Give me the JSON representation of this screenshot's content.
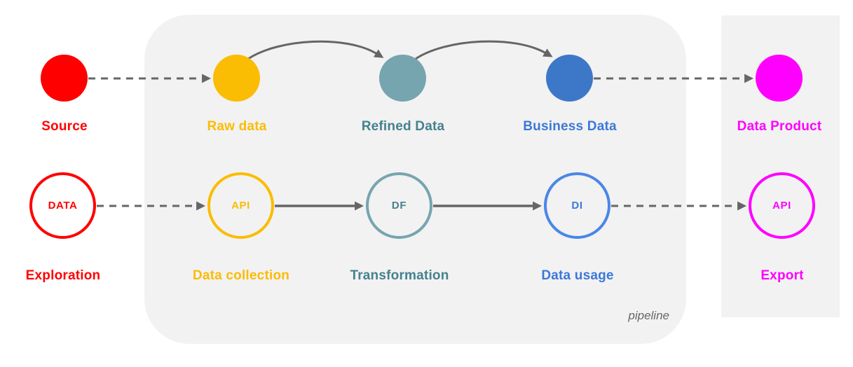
{
  "panels": {
    "pipeline": {
      "caption": "pipeline",
      "bg": "#F2F2F2"
    },
    "export": {
      "bg": "#F2F2F2"
    }
  },
  "arrows": {
    "color": "#666666"
  },
  "stages": [
    {
      "label": "Source",
      "color": "#FF0000",
      "label_color": "#FF0000"
    },
    {
      "label": "Raw data",
      "color": "#FBBC04",
      "label_color": "#FBBC04"
    },
    {
      "label": "Refined Data",
      "color": "#76A5AF",
      "label_color": "#45818E"
    },
    {
      "label": "Business Data",
      "color": "#3D78C8",
      "label_color": "#3C78D8"
    },
    {
      "label": "Data Product",
      "color": "#FF00FF",
      "label_color": "#FF00FF"
    }
  ],
  "processes": [
    {
      "badge": "DATA",
      "label": "Exploration",
      "ring_color": "#FF0000",
      "badge_color": "#FF0000",
      "label_color": "#FF0000"
    },
    {
      "badge": "API",
      "label": "Data collection",
      "ring_color": "#FBBC04",
      "badge_color": "#FBBC04",
      "label_color": "#FBBC04"
    },
    {
      "badge": "DF",
      "label": "Transformation",
      "ring_color": "#76A5AF",
      "badge_color": "#45818E",
      "label_color": "#45818E"
    },
    {
      "badge": "DI",
      "label": "Data usage",
      "ring_color": "#4A86E8",
      "badge_color": "#3C78D8",
      "label_color": "#3C78D8"
    },
    {
      "badge": "API",
      "label": "Export",
      "ring_color": "#FF00FF",
      "badge_color": "#FF00FF",
      "label_color": "#FF00FF"
    }
  ]
}
